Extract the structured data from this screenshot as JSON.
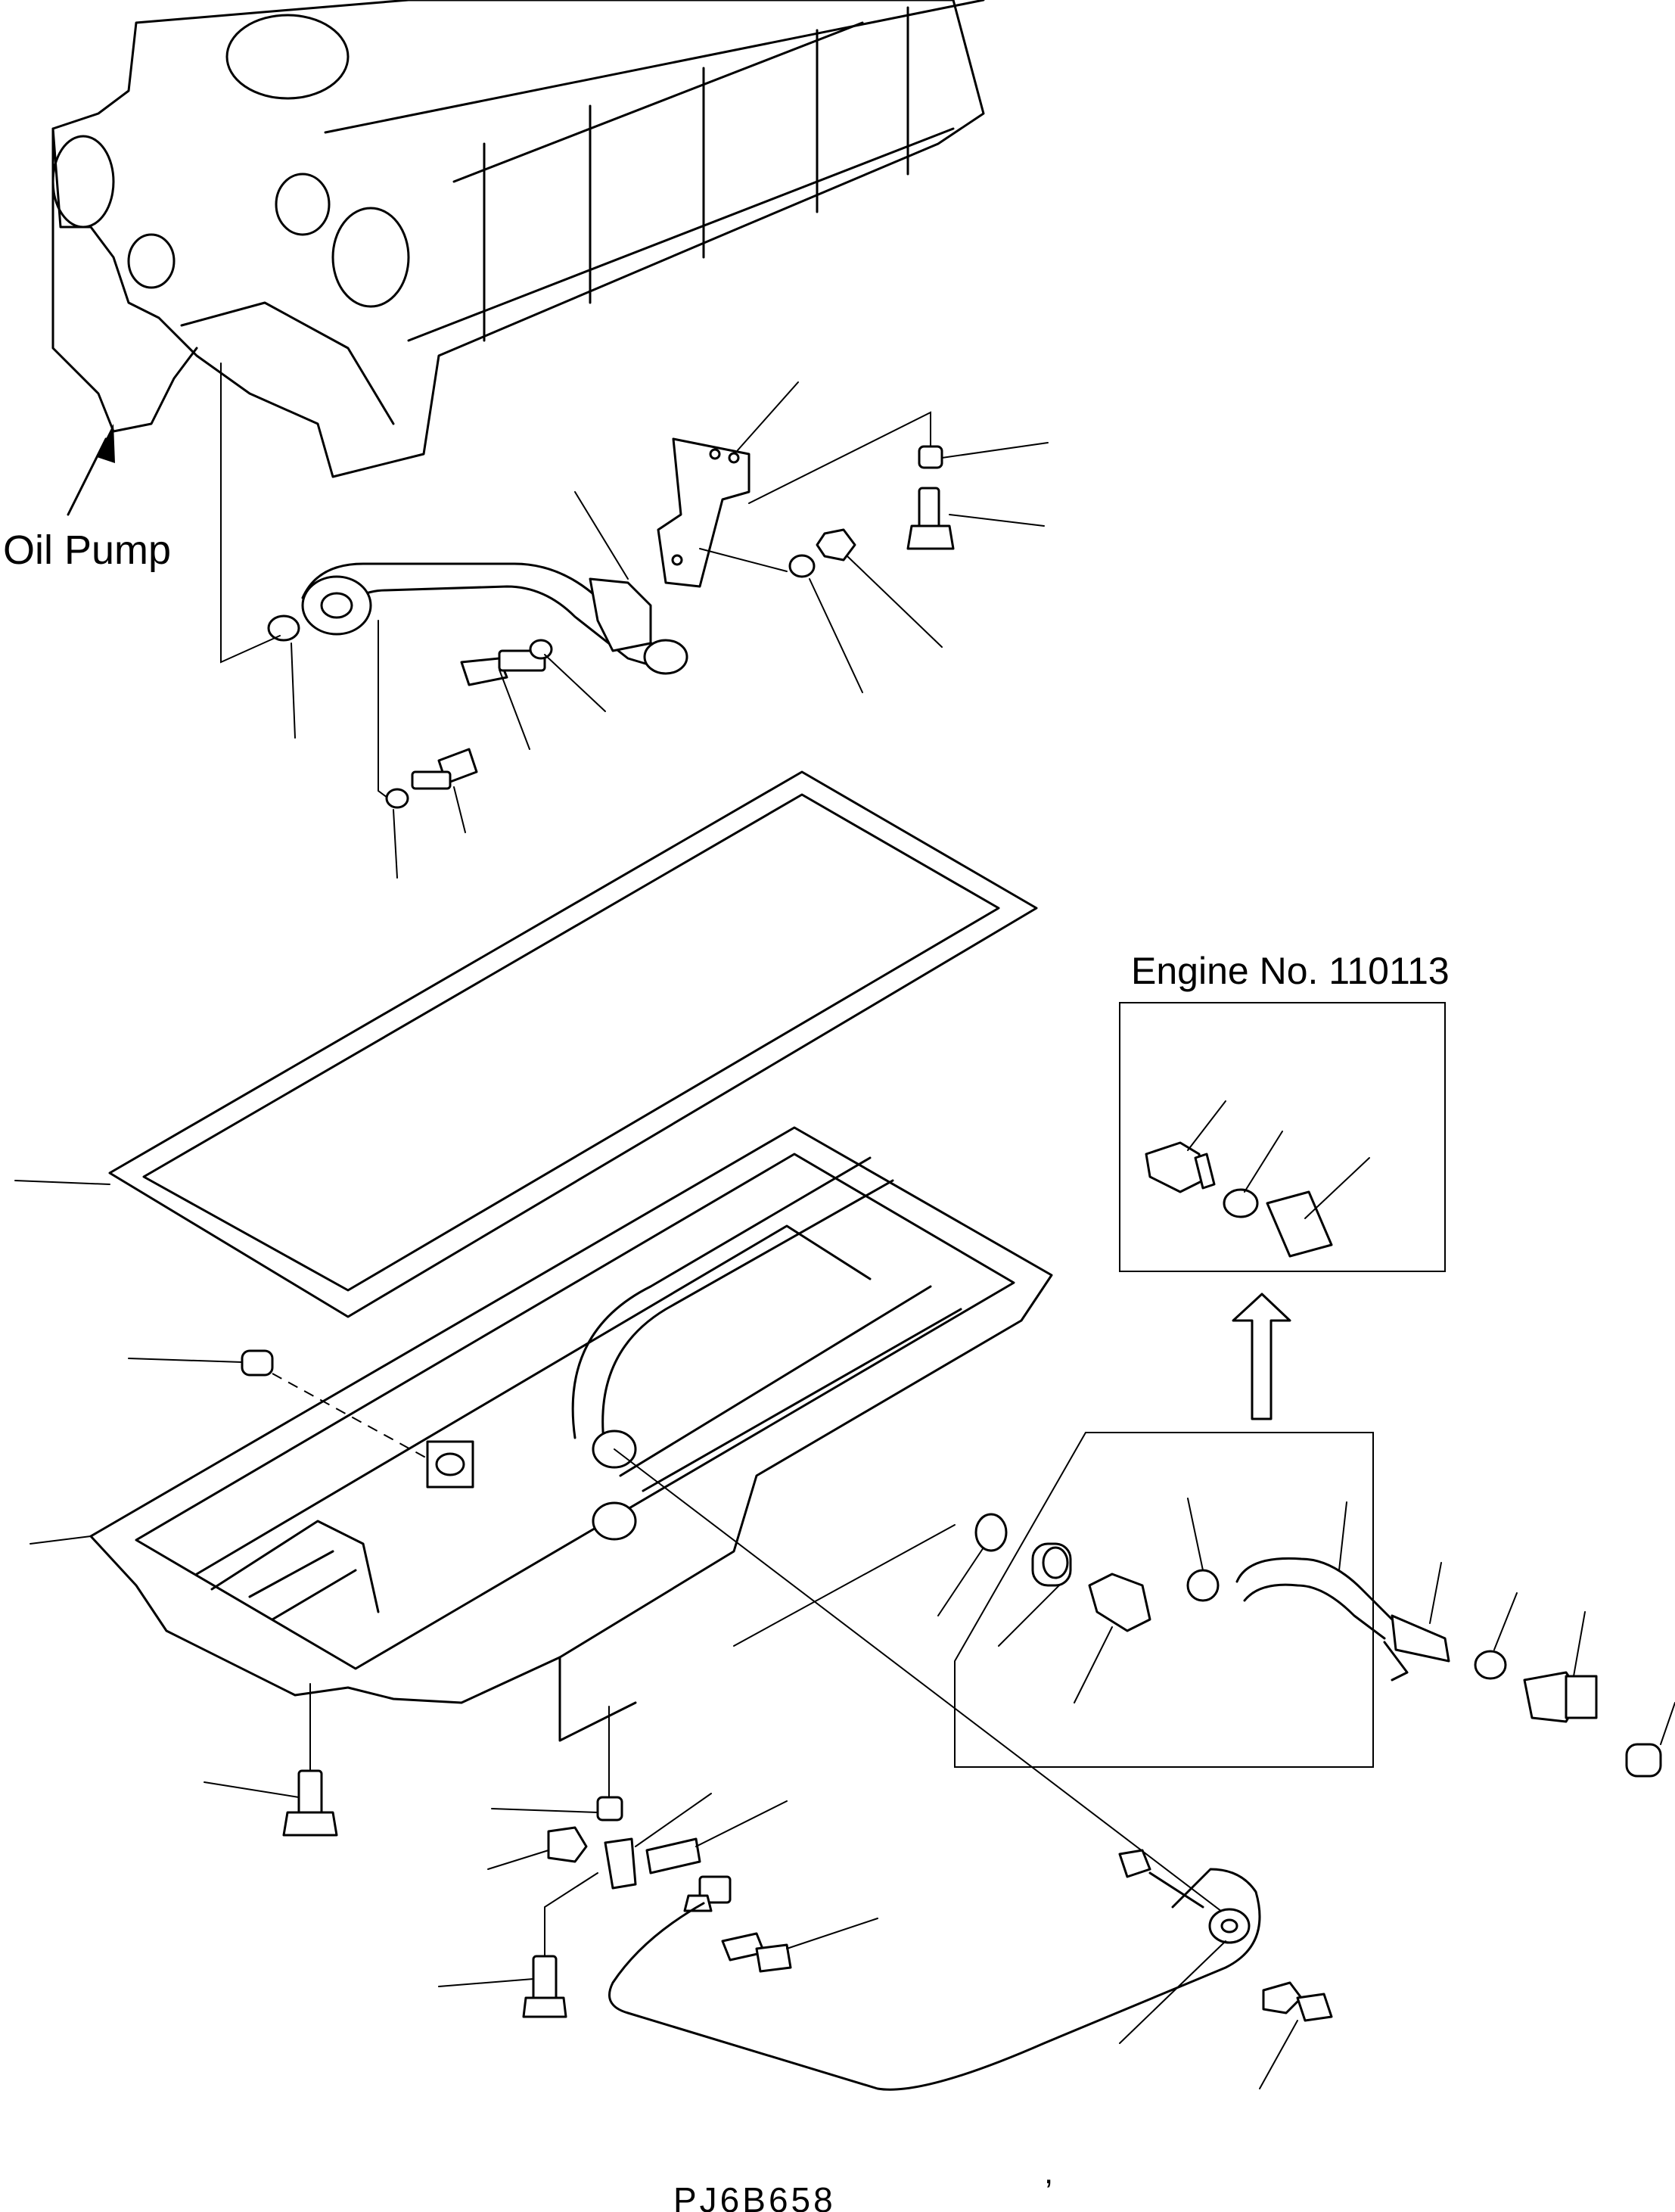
{
  "labels": {
    "oil_pump": "Oil Pump",
    "engine_no": "Engine No. 110113",
    "drawing_code": "PJ6B658",
    "comma_mark": ","
  }
}
